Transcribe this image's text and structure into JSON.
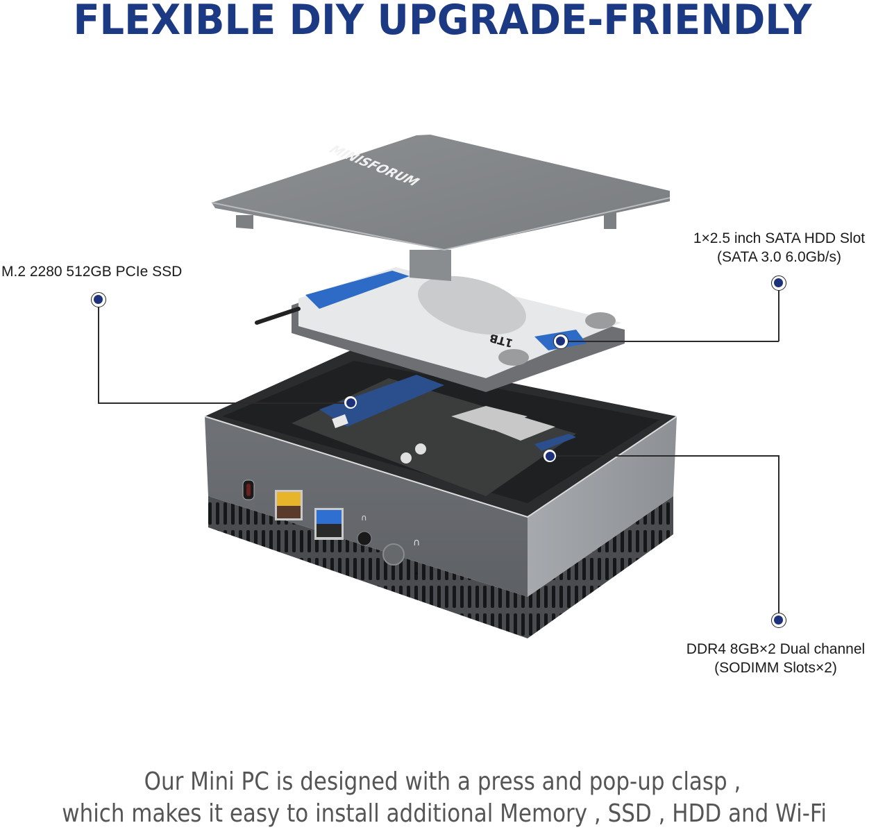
{
  "headline": "FLEXIBLE DIY UPGRADE-FRIENDLY",
  "brand": "MINISFORUM",
  "callouts": {
    "ssd": {
      "line1": "M.2 2280 512GB PCIe SSD"
    },
    "hdd": {
      "line1": "1×2.5 inch SATA HDD Slot",
      "line2": "(SATA 3.0 6.0Gb/s)"
    },
    "ram": {
      "line1": "DDR4 8GB×2 Dual channel",
      "line2": "(SODIMM Slots×2)"
    }
  },
  "hdd_label": "1TB",
  "ports": [
    "usb-c-icon",
    "usb-a-yellow-icon",
    "usb-a-blue-icon",
    "headphone-jack-icon",
    "power-button-icon",
    "led-icon"
  ],
  "caption": {
    "line1": "Our Mini PC is designed with a press and pop-up clasp ,",
    "line2": "which makes it easy to install additional Memory , SSD , HDD and Wi-Fi"
  },
  "colors": {
    "headline": "#1c3a84",
    "dot": "#1d327a",
    "caption": "#555555"
  }
}
